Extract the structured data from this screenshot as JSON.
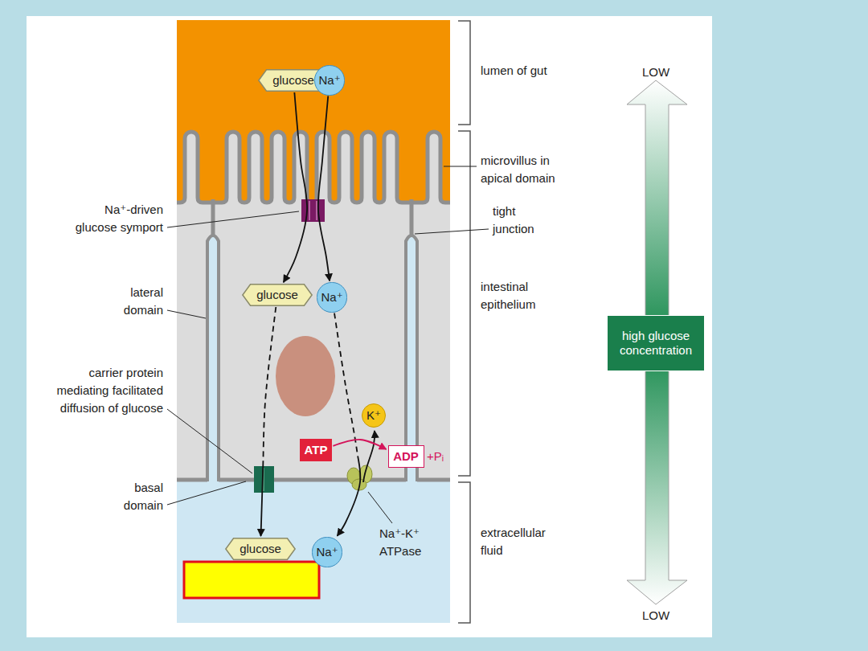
{
  "diagram": {
    "nodes": [
      {
        "text": [
          "glucose"
        ]
      },
      {
        "text": [
          "Na⁺"
        ]
      },
      {
        "text": [
          "glucose"
        ]
      },
      {
        "text": [
          "Na⁺"
        ]
      },
      {
        "text": [
          "K⁺"
        ]
      },
      {
        "text": [
          "ATP"
        ]
      },
      {
        "text": [
          "ADP"
        ]
      },
      {
        "text": [
          "glucose"
        ]
      },
      {
        "text": [
          "Na⁺"
        ]
      },
      {
        "text": [
          "high glucose concentration"
        ]
      }
    ],
    "edges": [
      {
        "from": 0,
        "to": 2,
        "arrow": "to"
      },
      {
        "from": 1,
        "to": 3,
        "arrow": "to"
      },
      {
        "from": 2,
        "to": 7,
        "arrow": "to"
      },
      {
        "from": 3,
        "to": 8,
        "arrow": "to"
      },
      {
        "from": 5,
        "to": 6,
        "arrow": "to"
      }
    ],
    "labels": [
      "lumen of gut",
      "microvillus in apical domain",
      "tight junction",
      "intestinal epithelium",
      "extracellular fluid",
      "LOW",
      "LOW",
      "Na⁺-driven glucose symport",
      "lateral domain",
      "carrier protein mediating facilitated diffusion of glucose",
      "basal domain",
      "Na⁺-K⁺ ATPase",
      "+Pᵢ"
    ]
  }
}
